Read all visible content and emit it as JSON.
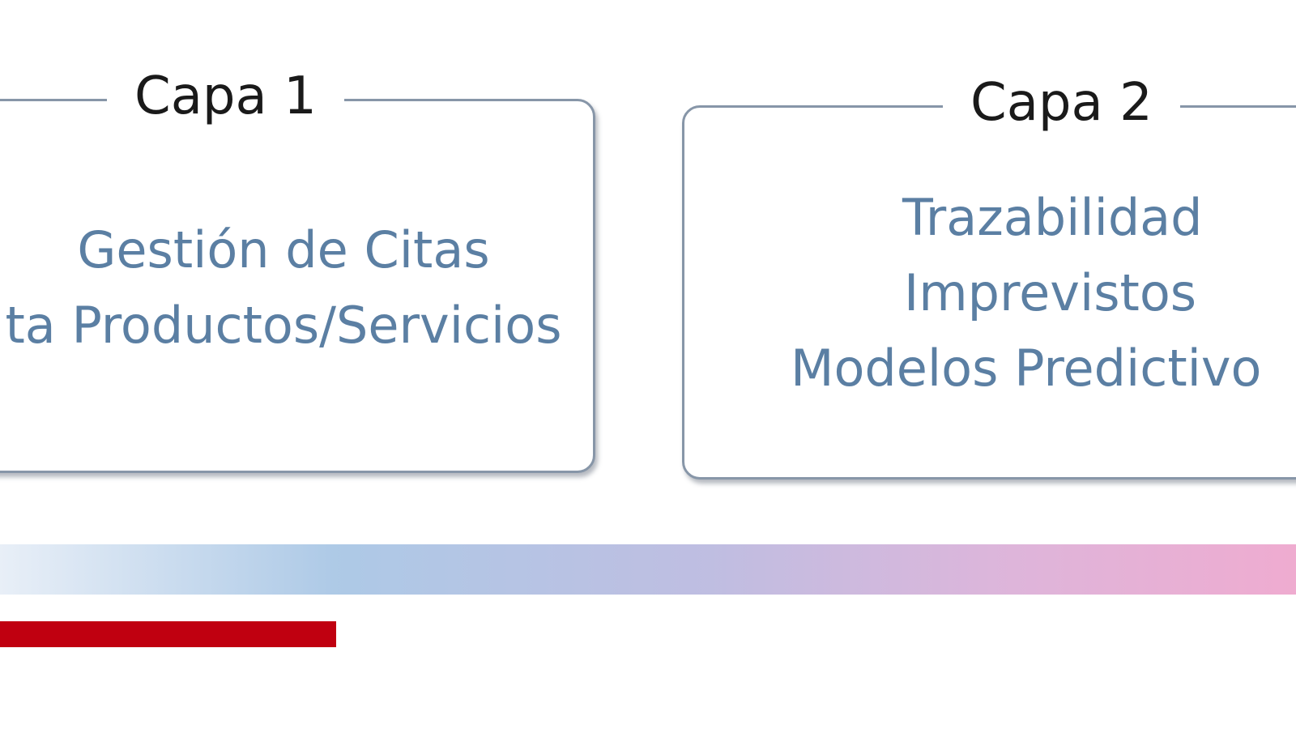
{
  "diagram": {
    "layers": [
      {
        "title": "Capa 1",
        "lines": [
          "Gestión de Citas",
          "ta Productos/Servicios"
        ]
      },
      {
        "title": "Capa 2",
        "lines": [
          "Trazabilidad",
          "Imprevistos",
          "Modelos Predictivo"
        ]
      }
    ],
    "colors": {
      "border": "#8796a8",
      "title_text": "#1a1a1a",
      "content_text": "#5b7fa3",
      "gradient_start": "#e4ecf6",
      "gradient_mid": "#9fc0e2",
      "gradient_end": "#ec9dc8",
      "red_bar": "#c00010"
    }
  }
}
